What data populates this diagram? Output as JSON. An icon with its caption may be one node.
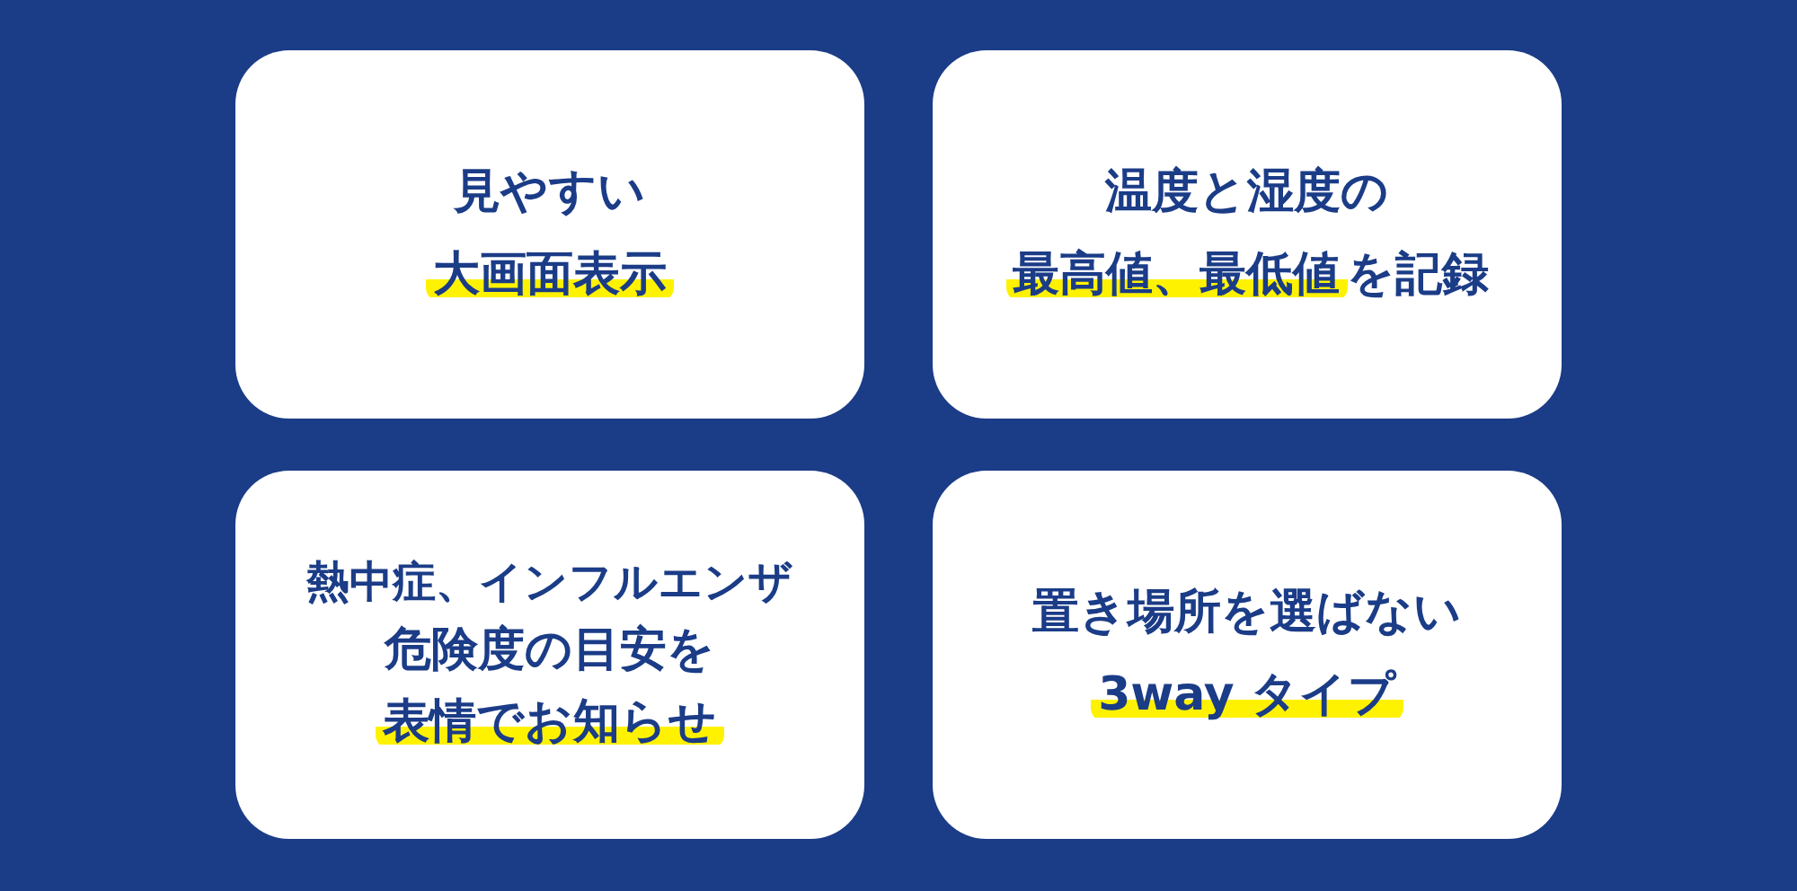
{
  "diagram": {
    "nodes": [
      {
        "text": [
          "見やすい",
          "大画面表示"
        ]
      },
      {
        "text": [
          "温度と湿度の",
          "最高値、最低値を記録"
        ]
      },
      {
        "text": [
          "熱中症、インフルエンザ",
          "危険度の目安を",
          "表情でお知らせ"
        ]
      },
      {
        "text": [
          "置き場所を選ばない",
          "3way タイプ"
        ]
      }
    ]
  }
}
